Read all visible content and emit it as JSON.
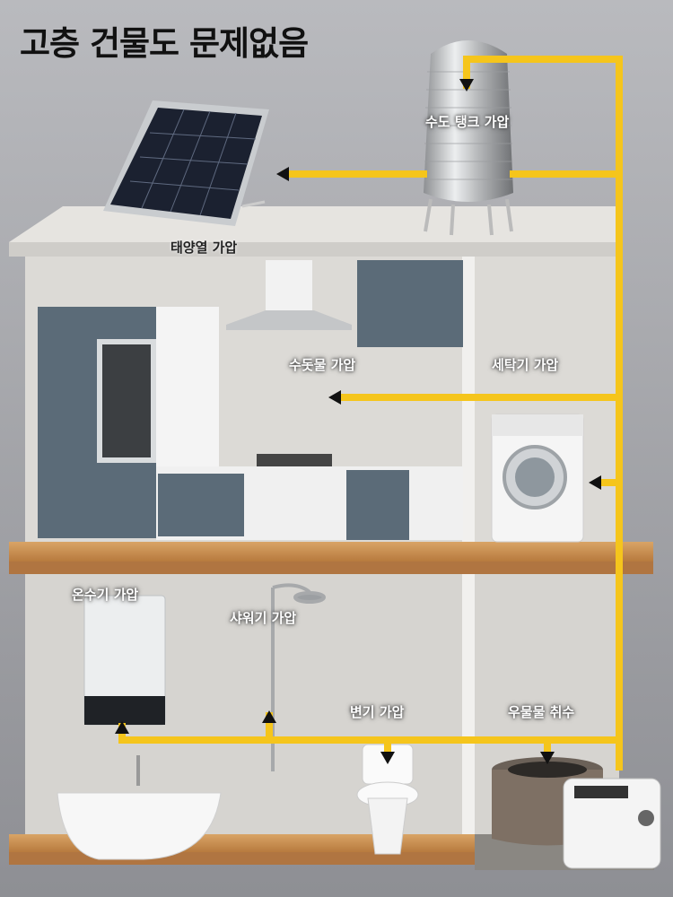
{
  "title": "고층 건물도 문제없음",
  "labels": {
    "tank": "수도 탱크 가압",
    "solar": "태양열 가압",
    "faucet": "수돗물 가압",
    "washer": "세탁기 가압",
    "heater": "온수기 가압",
    "shower": "샤워기 가압",
    "toilet": "변기 가압",
    "rain": "우물물 취수"
  },
  "colors": {
    "pipe": "#f5c51c",
    "wall": "#dcdad6",
    "floor": "#c98a4c",
    "background": "#a9aaaf"
  },
  "icons": [
    "solar-panel-icon",
    "water-tank-icon",
    "range-hood-icon",
    "washing-machine-icon",
    "water-heater-icon",
    "shower-icon",
    "toilet-icon",
    "bathtub-icon",
    "well-icon",
    "pump-icon"
  ]
}
